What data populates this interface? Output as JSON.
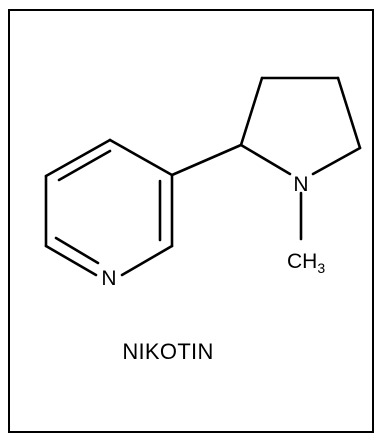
{
  "structure": {
    "atoms": {
      "pyridine_n": "N",
      "pyrrolidine_n": "N",
      "methyl_c": "CH",
      "methyl_sub": "3"
    },
    "caption": "NIKOTIN"
  },
  "colors": {
    "ink": "#000000",
    "background": "#ffffff"
  }
}
